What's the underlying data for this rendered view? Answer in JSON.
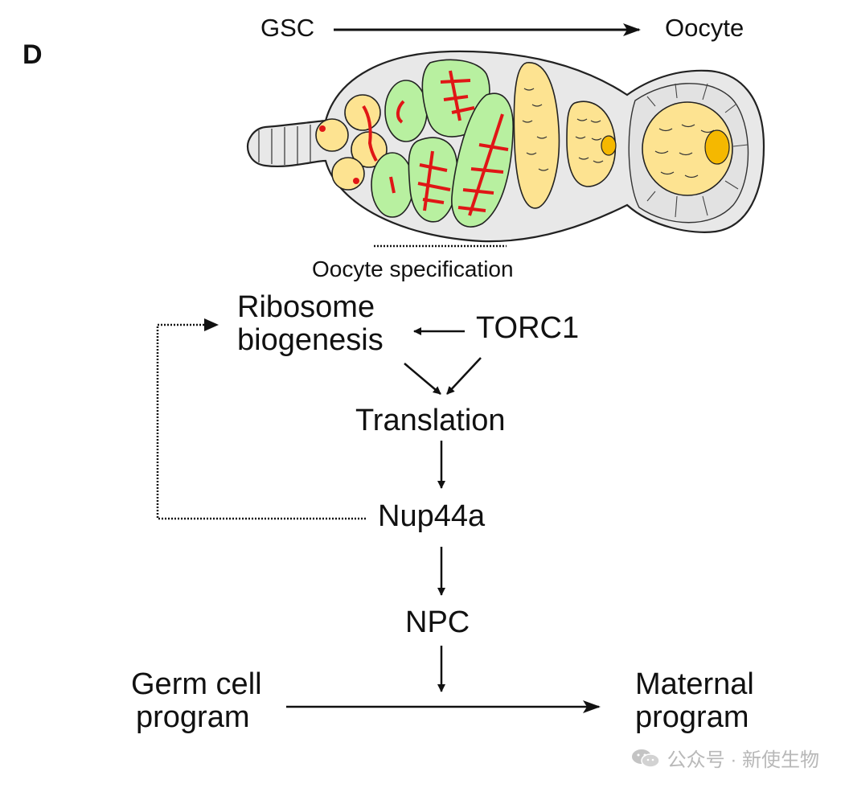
{
  "figure": {
    "panel_label": "D",
    "top_axis": {
      "start": "GSC",
      "end": "Oocyte"
    },
    "schematic_caption": "Oocyte specification"
  },
  "pathway": {
    "ribosome_biogenesis": [
      "Ribosome",
      "biogenesis"
    ],
    "torc1": "TORC1",
    "translation": "Translation",
    "nup44a": "Nup44a",
    "npc": "NPC",
    "germ_cell_program": [
      "Germ cell",
      "program"
    ],
    "maternal_program": [
      "Maternal",
      "program"
    ]
  },
  "watermark": "公众号 · 新使生物",
  "colors": {
    "germ_cell_yellow": "#fde391",
    "cyst_green": "#b8f0a0",
    "fusome_red": "#e01616",
    "oocyte_orange": "#f5b800",
    "somatic_gray": "#e6e6e6",
    "ink": "#111111"
  }
}
